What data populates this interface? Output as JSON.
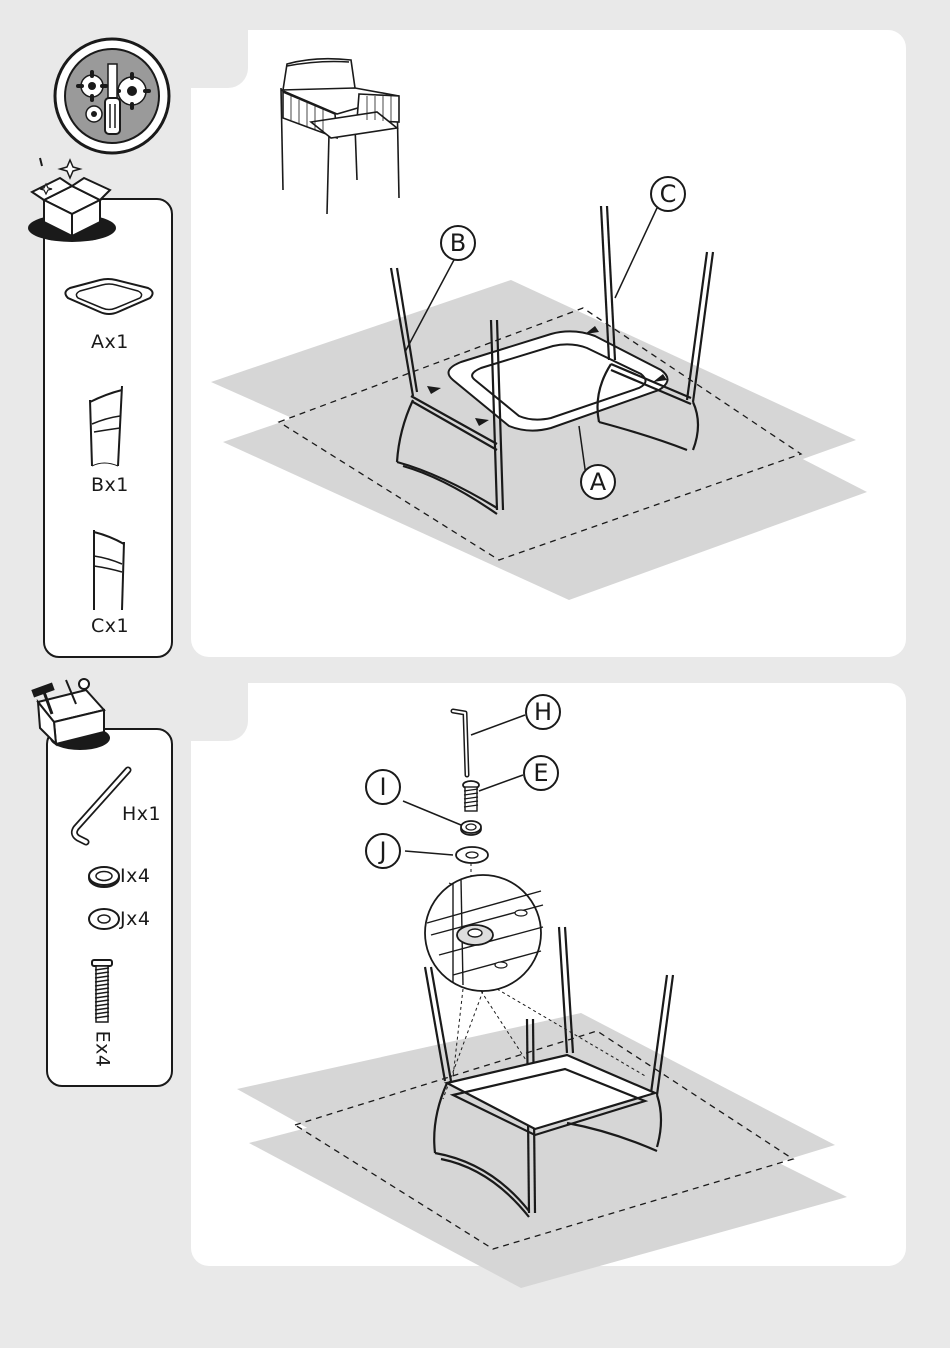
{
  "step1": {
    "parts": [
      {
        "label": "Ax1"
      },
      {
        "label": "Bx1"
      },
      {
        "label": "Cx1"
      }
    ],
    "callouts": {
      "a": "A",
      "b": "B",
      "c": "C"
    }
  },
  "step2": {
    "hardware": [
      {
        "label": "Hx1"
      },
      {
        "label": "Ix4"
      },
      {
        "label": "Jx4"
      },
      {
        "label": "Ex4"
      }
    ],
    "callouts": {
      "h": "H",
      "e": "E",
      "i": "I",
      "j": "J"
    }
  },
  "icons": [
    "tools-gear-icon",
    "open-box-icon",
    "toolbox-icon"
  ]
}
